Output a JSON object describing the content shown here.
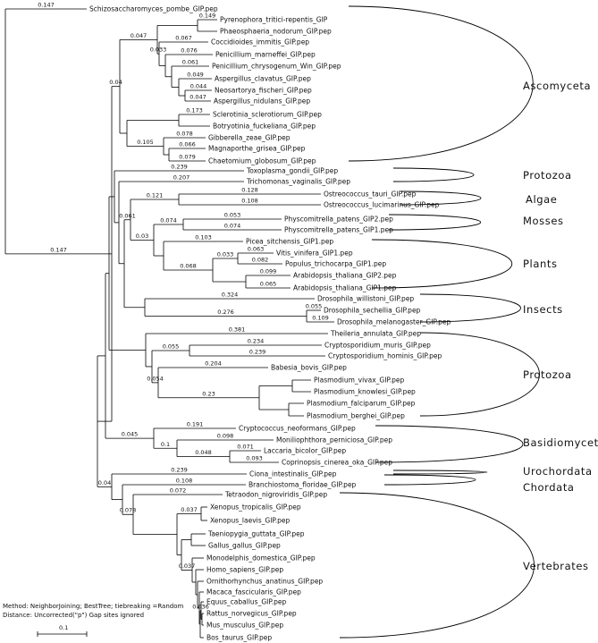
{
  "tree": {
    "leaves": [
      {
        "key": "L0",
        "label": "Schizosaccharomyces_pombe_GIP.pep"
      },
      {
        "key": "L1",
        "label": "Pyrenophora_tritici-repentis_GIP"
      },
      {
        "key": "L2",
        "label": "Phaeosphaeria_nodorum_GIP.pep"
      },
      {
        "key": "L3",
        "label": "Coccidioides_immitis_GIP.pep"
      },
      {
        "key": "L4",
        "label": "Penicillium_marneffei_GIP.pep"
      },
      {
        "key": "L5",
        "label": "Penicillium_chrysogenum_Win_GIP.pep"
      },
      {
        "key": "L6",
        "label": "Aspergillus_clavatus_GIP.pep"
      },
      {
        "key": "L7",
        "label": "Neosartorya_fischeri_GIP.pep"
      },
      {
        "key": "L8",
        "label": "Aspergillus_nidulans_GIP.pep"
      },
      {
        "key": "L9",
        "label": "Sclerotinia_sclerotiorum_GIP.pep"
      },
      {
        "key": "L10",
        "label": "Botryotinia_fuckeliana_GIP.pep"
      },
      {
        "key": "L11",
        "label": "Gibberella_zeae_GIP.pep"
      },
      {
        "key": "L12",
        "label": "Magnaporthe_grisea_GIP.pep"
      },
      {
        "key": "L13",
        "label": "Chaetomium_globosum_GIP.pep"
      },
      {
        "key": "L14",
        "label": "Toxoplasma_gondii_GIP.pep"
      },
      {
        "key": "L15",
        "label": "Trichomonas_vaginalis_GIP.pep"
      },
      {
        "key": "L16",
        "label": "Ostreococcus_tauri_GIP.pep"
      },
      {
        "key": "L17",
        "label": "Ostreococcus_lucimarinus_GIP.pep"
      },
      {
        "key": "L18",
        "label": "Physcomitrella_patens_GIP2.pep"
      },
      {
        "key": "L19",
        "label": "Physcomitrella_patens_GIP1.pep"
      },
      {
        "key": "L20",
        "label": "Picea_sitchensis_GIP1.pep"
      },
      {
        "key": "L21",
        "label": "Vitis_vinifera_GIP1.pep"
      },
      {
        "key": "L22",
        "label": "Populus_trichocarpa_GIP1.pep"
      },
      {
        "key": "L23",
        "label": "Arabidopsis_thaliana_GIP2.pep"
      },
      {
        "key": "L24",
        "label": "Arabidopsis_thaliana_GIP1.pep"
      },
      {
        "key": "L25",
        "label": "Drosophila_willistoni_GIP.pep"
      },
      {
        "key": "L26",
        "label": "Drosophila_sechellia_GIP.pep"
      },
      {
        "key": "L27",
        "label": "Drosophila_melanogaster_GIP.pep"
      },
      {
        "key": "L28",
        "label": "Theileria_annulata_GIP.pep"
      },
      {
        "key": "L29",
        "label": "Cryptosporidium_muris_GIP.pep"
      },
      {
        "key": "L30",
        "label": "Cryptosporidium_hominis_GIP.pep"
      },
      {
        "key": "L31",
        "label": "Babesia_bovis_GIP.pep"
      },
      {
        "key": "L32",
        "label": "Plasmodium_vivax_GIP.pep"
      },
      {
        "key": "L33",
        "label": "Plasmodium_knowlesi_GIP.pep"
      },
      {
        "key": "L34",
        "label": "Plasmodium_falciparum_GIP.pep"
      },
      {
        "key": "L35",
        "label": "Plasmodium_berghei_GIP.pep"
      },
      {
        "key": "L36",
        "label": "Cryptococcus_neoformans_GIP.pep"
      },
      {
        "key": "L37",
        "label": "Moniliophthora_perniciosa_GIP.pep"
      },
      {
        "key": "L38",
        "label": "Laccaria_bicolor_GIP.pep"
      },
      {
        "key": "L39",
        "label": "Coprinopsis_cinerea_oka_GIP.pep"
      },
      {
        "key": "L40",
        "label": "Ciona_intestinalis_GIP.pep"
      },
      {
        "key": "L41",
        "label": "Branchiostoma_floridae_GIP.pep"
      },
      {
        "key": "L42",
        "label": "Tetraodon_nigroviridis_GIP.pep"
      },
      {
        "key": "L43",
        "label": "Xenopus_tropicalis_GIP.pep"
      },
      {
        "key": "L44",
        "label": "Xenopus_laevis_GIP.pep"
      },
      {
        "key": "L45",
        "label": "Taeniopygia_guttata_GIP.pep"
      },
      {
        "key": "L46",
        "label": "Gallus_gallus_GIP.pep"
      },
      {
        "key": "L47",
        "label": "Monodelphis_domestica_GIP.pep"
      },
      {
        "key": "L48",
        "label": "Homo_sapiens_GIP.pep"
      },
      {
        "key": "L49",
        "label": "Ornithorhynchus_anatinus_GIP.pep"
      },
      {
        "key": "L50",
        "label": "Macaca_fascicularis_GIP.pep"
      },
      {
        "key": "L51",
        "label": "Equus_caballus_GIP.pep"
      },
      {
        "key": "L52",
        "label": "Rattus_norvegicus_GIP.pep"
      },
      {
        "key": "L53",
        "label": "Mus_musculus_GIP.pep"
      },
      {
        "key": "L54",
        "label": "Bos_taurus_GIP.pep"
      }
    ],
    "branch_lengths": [
      {
        "node": "L0",
        "value": "0.147"
      },
      {
        "node": "N_rest",
        "value": "0.147"
      },
      {
        "node": "N_asco",
        "value": "0.04"
      },
      {
        "node": "N_dothi",
        "value": "0.047"
      },
      {
        "node": "L1",
        "value": "0.149"
      },
      {
        "node": "N_euro",
        "value": "0.033"
      },
      {
        "node": "L3",
        "value": "0.067"
      },
      {
        "node": "L4",
        "value": "0.076"
      },
      {
        "node": "L5",
        "value": "0.061"
      },
      {
        "node": "L6",
        "value": "0.049"
      },
      {
        "node": "L7",
        "value": "0.044"
      },
      {
        "node": "L8",
        "value": "0.047"
      },
      {
        "node": "L9",
        "value": "0.173"
      },
      {
        "node": "N_sord",
        "value": "0.105"
      },
      {
        "node": "L11",
        "value": "0.078"
      },
      {
        "node": "L12",
        "value": "0.066"
      },
      {
        "node": "L13",
        "value": "0.079"
      },
      {
        "node": "L14",
        "value": "0.239"
      },
      {
        "node": "L15",
        "value": "0.207"
      },
      {
        "node": "N_ostreo",
        "value": "0.121"
      },
      {
        "node": "L16",
        "value": "0.128"
      },
      {
        "node": "L17",
        "value": "0.108"
      },
      {
        "node": "N_plantae",
        "value": "0.061"
      },
      {
        "node": "N_land",
        "value": "0.03"
      },
      {
        "node": "N_moss",
        "value": "0.074"
      },
      {
        "node": "L18",
        "value": "0.053"
      },
      {
        "node": "L19",
        "value": "0.074"
      },
      {
        "node": "L20",
        "value": "0.103"
      },
      {
        "node": "N_angio",
        "value": "0.068"
      },
      {
        "node": "N_vitpop",
        "value": "0.033"
      },
      {
        "node": "L21",
        "value": "0.063"
      },
      {
        "node": "L22",
        "value": "0.082"
      },
      {
        "node": "L23",
        "value": "0.099"
      },
      {
        "node": "L24",
        "value": "0.065"
      },
      {
        "node": "L25",
        "value": "0.324"
      },
      {
        "node": "N_dros",
        "value": "0.276"
      },
      {
        "node": "L26",
        "value": "0.055"
      },
      {
        "node": "L27",
        "value": "0.109"
      },
      {
        "node": "L28",
        "value": "0.381"
      },
      {
        "node": "L29",
        "value": "0.234"
      },
      {
        "node": "N_crypto",
        "value": "0.055"
      },
      {
        "node": "L30",
        "value": "0.239"
      },
      {
        "node": "N_piro",
        "value": "0.054"
      },
      {
        "node": "L31",
        "value": "0.204"
      },
      {
        "node": "N_plas",
        "value": "0.23"
      },
      {
        "node": "N_basidio",
        "value": "0.045"
      },
      {
        "node": "L36",
        "value": "0.191"
      },
      {
        "node": "N_agari",
        "value": "0.1"
      },
      {
        "node": "L37",
        "value": "0.098"
      },
      {
        "node": "N_lac",
        "value": "0.048"
      },
      {
        "node": "L38",
        "value": "0.071"
      },
      {
        "node": "L39",
        "value": "0.093"
      },
      {
        "node": "N_chord",
        "value": "0.04"
      },
      {
        "node": "L40",
        "value": "0.239"
      },
      {
        "node": "L41",
        "value": "0.108"
      },
      {
        "node": "N_vert",
        "value": "0.078"
      },
      {
        "node": "L42",
        "value": "0.072"
      },
      {
        "node": "N_xen",
        "value": "0.037"
      },
      {
        "node": "N_amniote",
        "value": "0.037"
      },
      {
        "node": "N_equus",
        "value": "0.036"
      }
    ],
    "groups": [
      {
        "key": "ascomyceta",
        "label": "Ascomyceta"
      },
      {
        "key": "protozoa1",
        "label": "Protozoa"
      },
      {
        "key": "algae",
        "label": "Algae"
      },
      {
        "key": "mosses",
        "label": "Mosses"
      },
      {
        "key": "plants",
        "label": "Plants"
      },
      {
        "key": "insects",
        "label": "Insects"
      },
      {
        "key": "protozoa2",
        "label": "Protozoa"
      },
      {
        "key": "basidiomyceta",
        "label": "Basidiomyceta"
      },
      {
        "key": "urochordata",
        "label": "Urochordata"
      },
      {
        "key": "chordata",
        "label": "Chordata"
      },
      {
        "key": "vertebrates",
        "label": "Vertebrates"
      }
    ],
    "footer": {
      "method_line": "Method:   NeighborJoining;  BestTree;  tiebreaking  =Random",
      "distance_line": "Distance:  Uncorrected(\"p\")   Gap sites ignored",
      "scale_label": "0.1"
    }
  }
}
